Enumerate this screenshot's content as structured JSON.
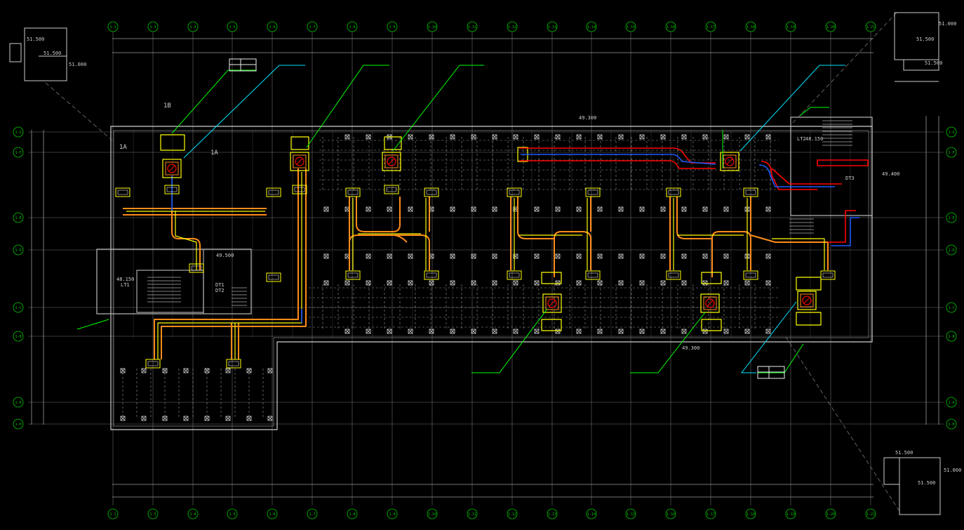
{
  "colors": {
    "background": "#000000",
    "grid": "#8a8a8a",
    "wall": "#cfcfcf",
    "axis_bubble": "#00c800",
    "duct_outer": "#ff8c1a",
    "duct_inner": "#ffff00",
    "duct_supply": "#ff0000",
    "duct_return": "#0000ff",
    "leader_green": "#00ff00",
    "leader_cyan": "#00e5ff",
    "text": "#cfcfcf"
  },
  "grid_columns": [
    "1-1",
    "1-3",
    "1-4",
    "1-5",
    "1-6",
    "1-7",
    "1-8",
    "1-9",
    "1-10",
    "1-11",
    "1-12",
    "1-13",
    "1-14",
    "1-15",
    "1-16",
    "1-17",
    "1-18",
    "1-19",
    "1-20",
    "1-21"
  ],
  "grid_rows": [
    "1-G",
    "1-F",
    "1-E",
    "1-D",
    "1-C",
    "1-B",
    "1-A",
    "1-H"
  ],
  "labels": {
    "detail_tl_elev1": "51.500",
    "detail_tl_elev2": "51.500",
    "detail_tl_elev3": "51.000",
    "detail_tr_elev1": "51.000",
    "detail_tr_elev2": "51.500",
    "detail_tr_elev3": "51.500",
    "detail_br_elev1": "51.500",
    "detail_br_elev2": "51.000",
    "detail_br_elev3": "51.500",
    "lt1": "LT1",
    "lt1_elev": "48.150",
    "dt1": "DT1",
    "dt2": "DT2",
    "dt3": "DT3",
    "elev_left_core": "49.500",
    "elev_right_core": "49.400",
    "lt2": "LT2",
    "lt2_elev": "48.150",
    "top_duct_elev": "49.300",
    "bottom_duct_elev": "49.300",
    "tag_1b": "1B",
    "tag_1a": "1A",
    "tag_1a2": "1A"
  }
}
